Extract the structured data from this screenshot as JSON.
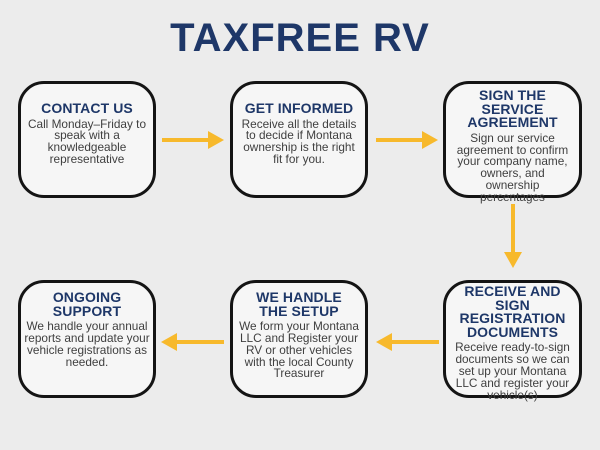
{
  "title": "TAXFREE RV",
  "colors": {
    "bg": "#ececec",
    "box_fill": "#f6f6f6",
    "border": "#141414",
    "navy": "#1e3768",
    "text": "#3f3f3f",
    "yellow": "#f7b92c"
  },
  "steps": [
    {
      "title": "CONTACT US",
      "body": "Call Monday–Friday to\nspeak with a\nknowledgeable\nrepresentative"
    },
    {
      "title": "GET INFORMED",
      "body": "Receive all the details\nto decide if Montana\nownership is the right\nfit for you."
    },
    {
      "title": "SIGN THE\nSERVICE\nAGREEMENT",
      "body": "Sign our service\nagreement to confirm\nyour company name,\nowners, and\nownership\npercentages"
    },
    {
      "title": "RECEIVE AND\nSIGN\nREGISTRATION\nDOCUMENTS",
      "body": "Receive ready-to-sign\ndocuments so we can\nset up your Montana\nLLC and register your\nvehicle(s)"
    },
    {
      "title": "WE HANDLE\nTHE SETUP",
      "body": "We form your Montana\nLLC and Register your\nRV or other vehicles\nwith the local County\nTreasurer"
    },
    {
      "title": "ONGOING\nSUPPORT",
      "body": "We handle your annual\nreports and update your\nvehicle registrations as\nneeded."
    }
  ],
  "arrows": [
    {
      "from": "CONTACT US",
      "to": "GET INFORMED",
      "direction": "right"
    },
    {
      "from": "GET INFORMED",
      "to": "SIGN THE SERVICE AGREEMENT",
      "direction": "right"
    },
    {
      "from": "SIGN THE SERVICE AGREEMENT",
      "to": "RECEIVE AND SIGN REGISTRATION DOCUMENTS",
      "direction": "down"
    },
    {
      "from": "RECEIVE AND SIGN REGISTRATION DOCUMENTS",
      "to": "WE HANDLE THE SETUP",
      "direction": "left"
    },
    {
      "from": "WE HANDLE THE SETUP",
      "to": "ONGOING SUPPORT",
      "direction": "left"
    }
  ]
}
